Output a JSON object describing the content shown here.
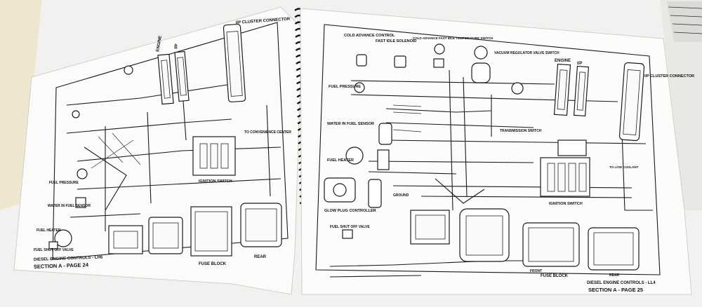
{
  "left_page": {
    "header_title": "DIESEL ENGINE CONTROLS - LH6",
    "section_label": "SECTION A - PAGE 24",
    "labels": {
      "ip_cluster_connector": "I/P CLUSTER CONNECTOR",
      "engine": "ENGINE",
      "ip": "I/P",
      "ignition_switch": "IGNITION SWITCH",
      "to_convenience_center": "TO CONVENIENCE CENTER",
      "fuel_heater": "FUEL HEATER",
      "fuel_shutoff": "FUEL SHUT OFF VALVE",
      "fuse_block": "FUSE BLOCK",
      "rear": "REAR",
      "water_in_fuel": "WATER IN FUEL SENSOR",
      "fuel_pressure": "FUEL PRESSURE"
    }
  },
  "right_page": {
    "header_title": "DIESEL ENGINE CONTROLS - LL4",
    "section_label": "SECTION A - PAGE 25",
    "labels": {
      "cold_advance_control": "COLD ADVANCE CONTROL",
      "fast_idle_solenoid": "FAST IDLE SOLENOID",
      "cold_advance_temp_switch": "COLD ADVANCE FAST IDLE TEMPERATURE SWITCH",
      "vacuum_regulator": "VACUUM REGULATOR VALVE SWITCH",
      "engine": "ENGINE",
      "ip": "I/P",
      "ip_cluster_connector": "I/P CLUSTER CONNECTOR",
      "fuel_pressure": "FUEL PRESSURE",
      "water_in_fuel": "WATER IN FUEL SENSOR",
      "transmission_switch": "TRANSMISSION SWITCH",
      "fuel_heater": "FUEL HEATER",
      "ground": "GROUND",
      "glow_plug_controller": "GLOW PLUG CONTROLLER",
      "fuel_shutoff": "FUEL SHUT OFF VALVE",
      "ignition_switch": "IGNITION SWITCH",
      "to_convenience": "TO LOW COOLANT",
      "fuse_block": "FUSE BLOCK",
      "front": "FRONT",
      "rear": "REAR"
    }
  },
  "colors": {
    "paper": "#fbfbfa",
    "ink": "#1a1a1a",
    "background": "#f4f3f1",
    "spiral": "#151515"
  }
}
